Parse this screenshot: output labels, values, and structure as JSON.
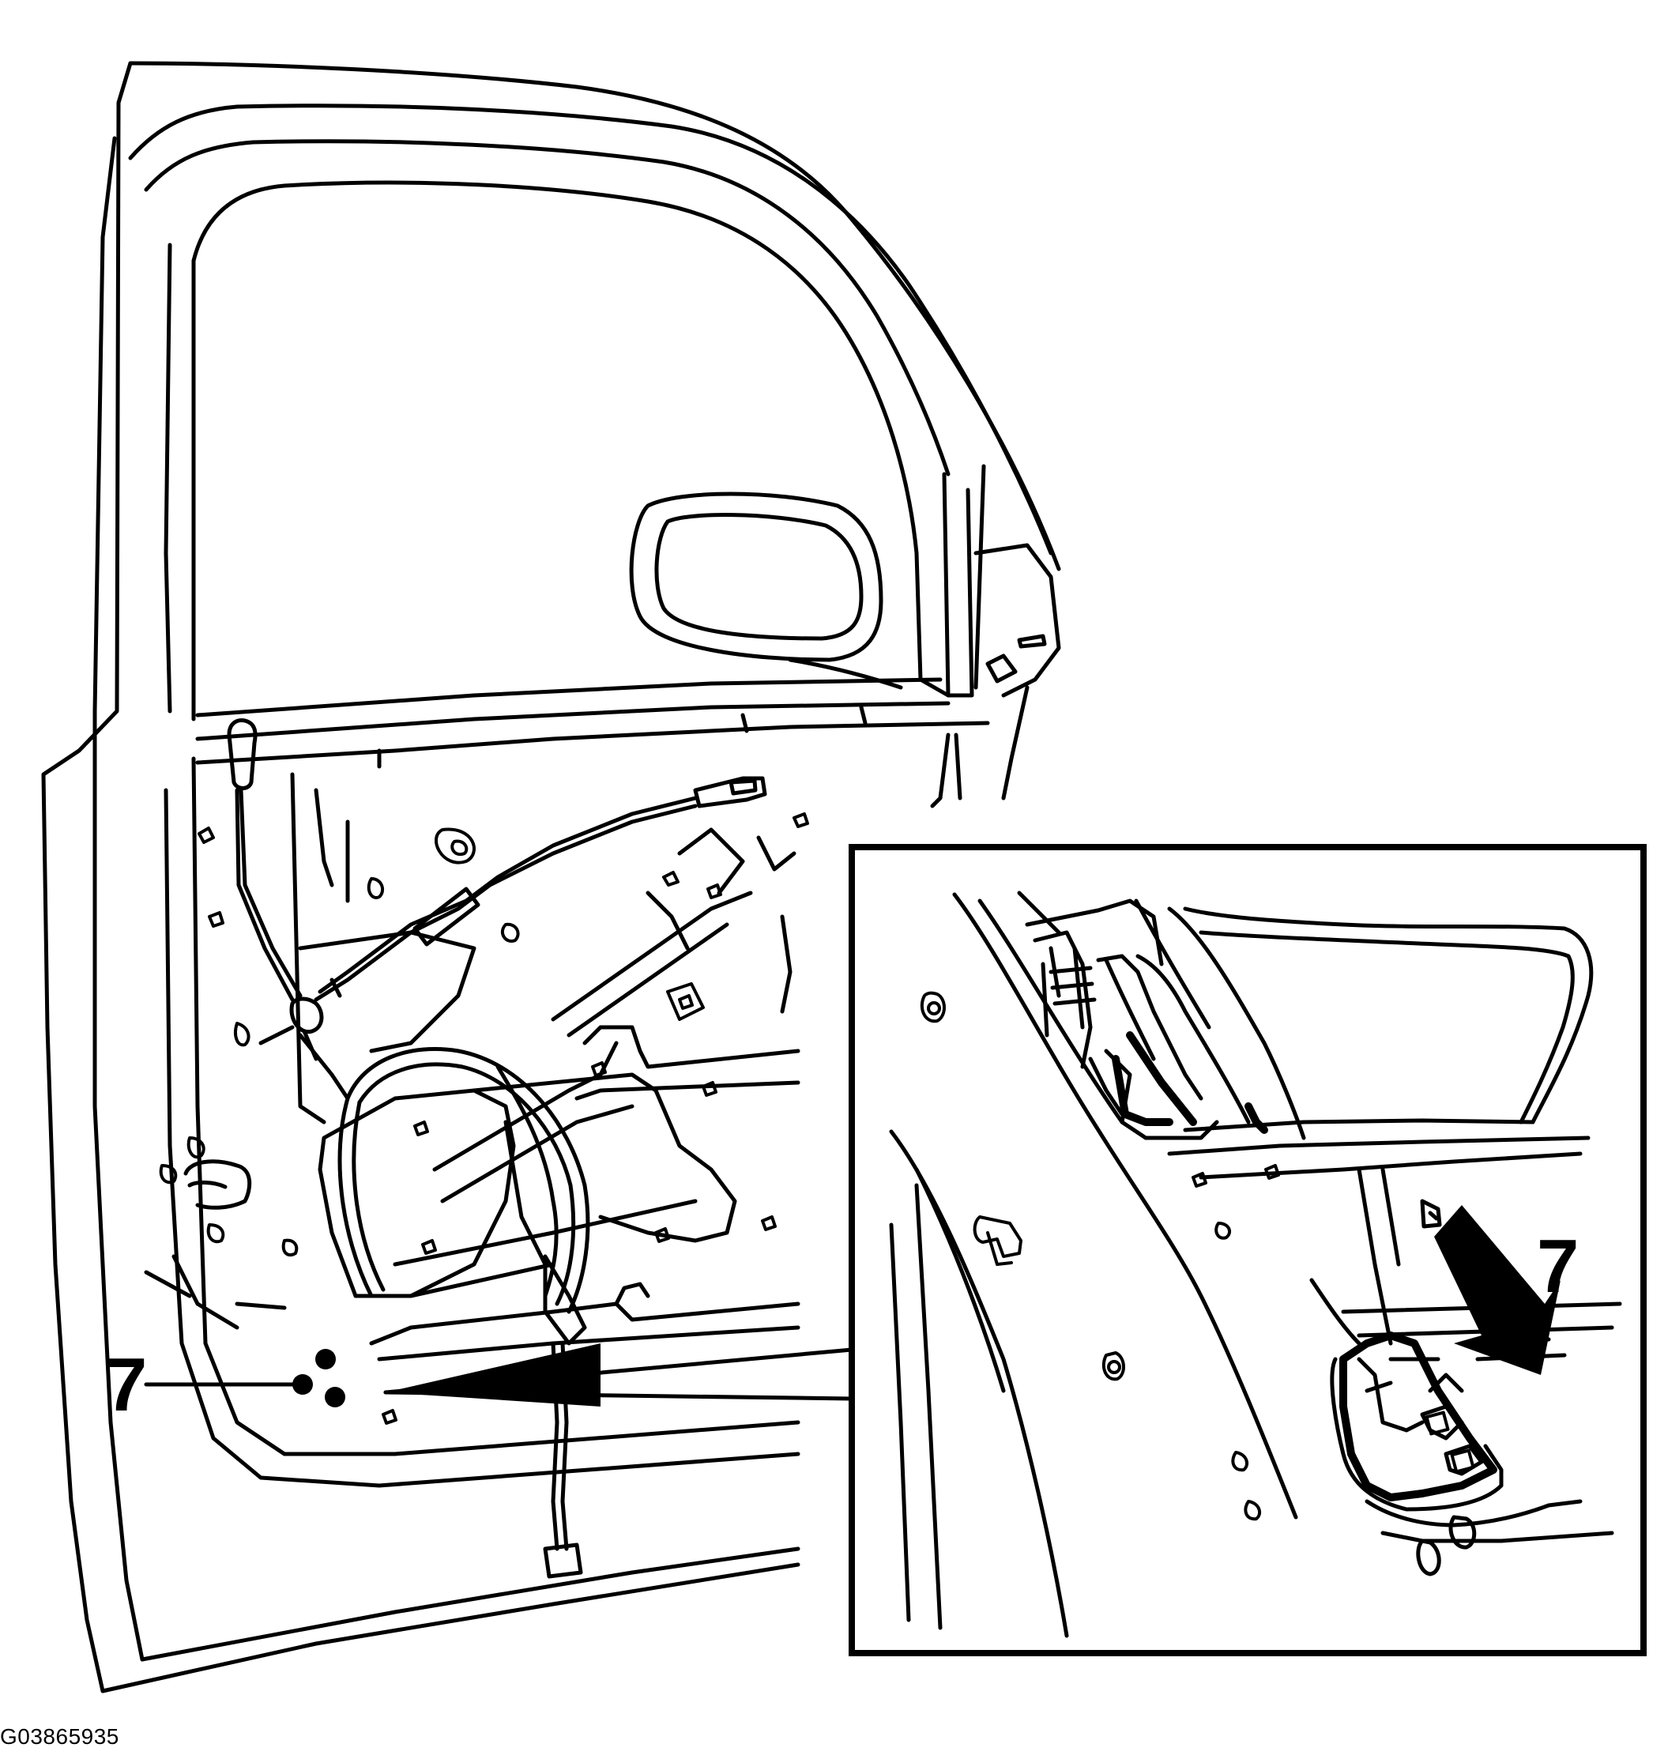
{
  "callouts": {
    "main_label": "7",
    "inset_label": "7"
  },
  "figure_id": "G03865935",
  "colors": {
    "ink": "#000000",
    "paper": "#ffffff"
  }
}
